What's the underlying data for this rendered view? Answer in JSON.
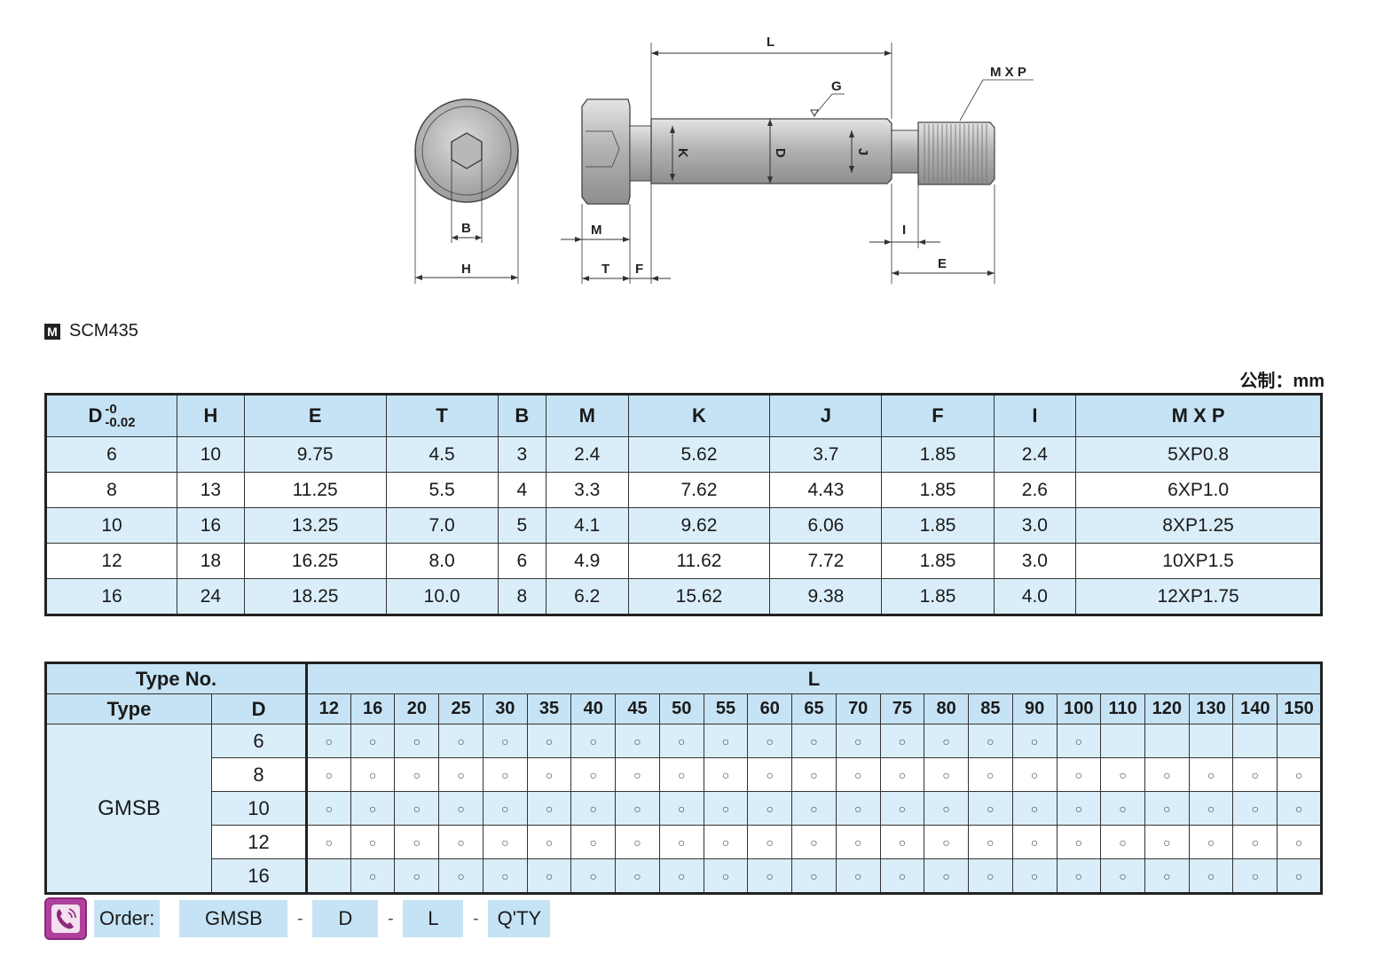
{
  "drawing": {
    "labels": {
      "L": "L",
      "G": "G",
      "MXP": "M X P",
      "K": "K",
      "D": "D",
      "J": "J",
      "B": "B",
      "H": "H",
      "M": "M",
      "T": "T",
      "F": "F",
      "I": "I",
      "E": "E"
    }
  },
  "material": {
    "icon_letter": "M",
    "name": "SCM435"
  },
  "unit_label": "公制：mm",
  "spec_table": {
    "d_header": "D",
    "d_tol_upper": "-0",
    "d_tol_lower": "-0.02",
    "headers": [
      "H",
      "E",
      "T",
      "B",
      "M",
      "K",
      "J",
      "F",
      "I",
      "M X P"
    ],
    "rows": [
      [
        "6",
        "10",
        "9.75",
        "4.5",
        "3",
        "2.4",
        "5.62",
        "3.7",
        "1.85",
        "2.4",
        "5XP0.8"
      ],
      [
        "8",
        "13",
        "11.25",
        "5.5",
        "4",
        "3.3",
        "7.62",
        "4.43",
        "1.85",
        "2.6",
        "6XP1.0"
      ],
      [
        "10",
        "16",
        "13.25",
        "7.0",
        "5",
        "4.1",
        "9.62",
        "6.06",
        "1.85",
        "3.0",
        "8XP1.25"
      ],
      [
        "12",
        "18",
        "16.25",
        "8.0",
        "6",
        "4.9",
        "11.62",
        "7.72",
        "1.85",
        "3.0",
        "10XP1.5"
      ],
      [
        "16",
        "24",
        "18.25",
        "10.0",
        "8",
        "6.2",
        "15.62",
        "9.38",
        "1.85",
        "4.0",
        "12XP1.75"
      ]
    ]
  },
  "availability": {
    "header_type_no": "Type  No.",
    "header_type": "Type",
    "header_d": "D",
    "header_l": "L",
    "type_value": "GMSB",
    "mark": "○",
    "lengths": [
      "12",
      "16",
      "20",
      "25",
      "30",
      "35",
      "40",
      "45",
      "50",
      "55",
      "60",
      "65",
      "70",
      "75",
      "80",
      "85",
      "90",
      "100",
      "110",
      "120",
      "130",
      "140",
      "150"
    ],
    "rows": [
      {
        "d": "6",
        "available": [
          1,
          1,
          1,
          1,
          1,
          1,
          1,
          1,
          1,
          1,
          1,
          1,
          1,
          1,
          1,
          1,
          1,
          1,
          0,
          0,
          0,
          0,
          0
        ]
      },
      {
        "d": "8",
        "available": [
          1,
          1,
          1,
          1,
          1,
          1,
          1,
          1,
          1,
          1,
          1,
          1,
          1,
          1,
          1,
          1,
          1,
          1,
          1,
          1,
          1,
          1,
          1
        ]
      },
      {
        "d": "10",
        "available": [
          1,
          1,
          1,
          1,
          1,
          1,
          1,
          1,
          1,
          1,
          1,
          1,
          1,
          1,
          1,
          1,
          1,
          1,
          1,
          1,
          1,
          1,
          1
        ]
      },
      {
        "d": "12",
        "available": [
          1,
          1,
          1,
          1,
          1,
          1,
          1,
          1,
          1,
          1,
          1,
          1,
          1,
          1,
          1,
          1,
          1,
          1,
          1,
          1,
          1,
          1,
          1
        ]
      },
      {
        "d": "16",
        "available": [
          0,
          1,
          1,
          1,
          1,
          1,
          1,
          1,
          1,
          1,
          1,
          1,
          1,
          1,
          1,
          1,
          1,
          1,
          1,
          1,
          1,
          1,
          1
        ]
      }
    ]
  },
  "order": {
    "label": "Order:",
    "parts": [
      "GMSB",
      "D",
      "L",
      "Q'TY"
    ],
    "separator": "-"
  }
}
